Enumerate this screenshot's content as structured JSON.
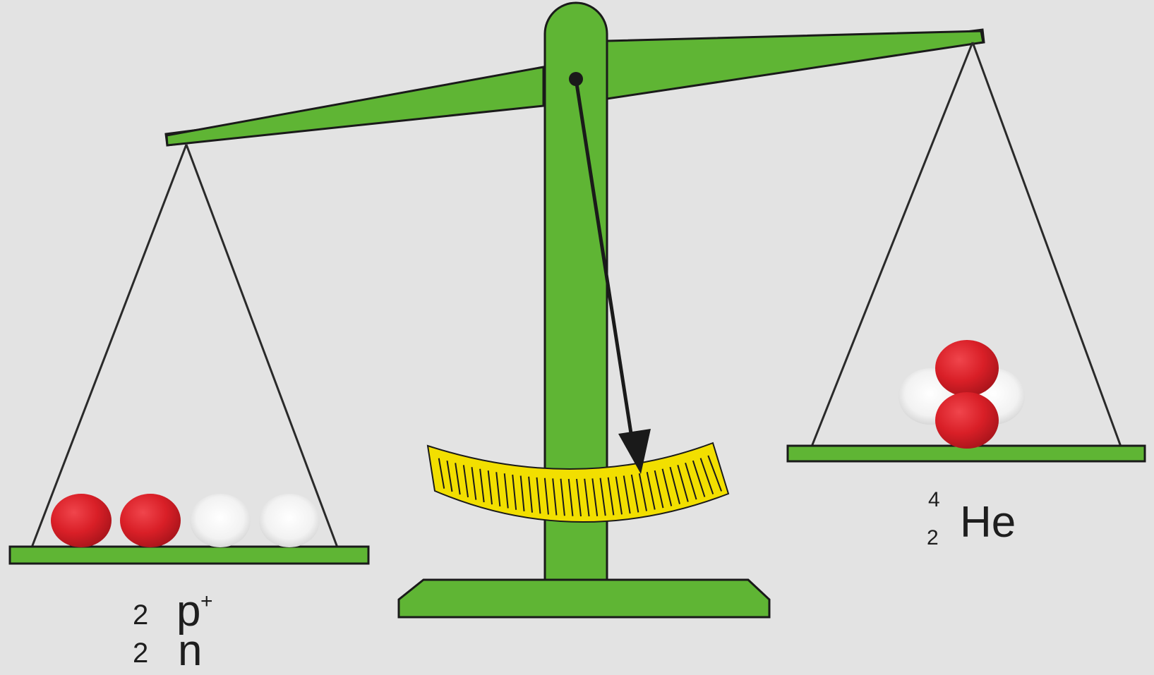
{
  "colors": {
    "background": "#e3e3e3",
    "scale_green": "#5fb534",
    "outline": "#1a1a1a",
    "dial_yellow": "#f2df00",
    "proton_red": "#d91f27",
    "neutron_white": "#f4f4f4"
  },
  "left_pan": {
    "particles": [
      "proton",
      "proton",
      "neutron",
      "neutron"
    ],
    "label_protons": {
      "count": "2",
      "symbol": "p",
      "charge": "+"
    },
    "label_neutrons": {
      "count": "2",
      "symbol": "n"
    }
  },
  "right_pan": {
    "particles": [
      "neutron",
      "neutron",
      "proton",
      "proton"
    ],
    "label": {
      "mass_number": "4",
      "atomic_number": "2",
      "symbol": "He"
    }
  }
}
